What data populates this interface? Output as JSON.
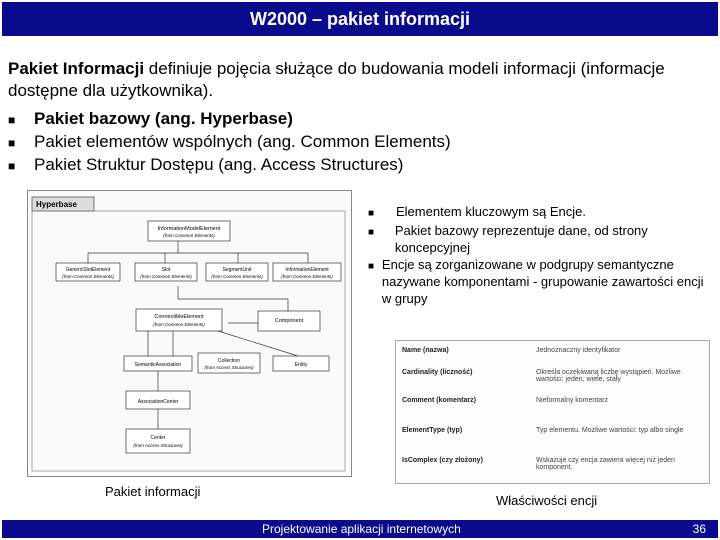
{
  "slide": {
    "title": "W2000 – pakiet informacji",
    "intro_bold": "Pakiet Informacji",
    "intro_rest": " definiuje pojęcia służące do budowania modeli informacji (informacje dostępne dla użytkownika).",
    "bullets": [
      "Pakiet bazowy (ang. Hyperbase)",
      "Pakiet elementów wspólnych (ang. Common Elements)",
      "Pakiet Struktur Dostępu (ang. Access Structures)"
    ],
    "right_bullets": [
      "Elementem kluczowym są Encje.",
      "Pakiet bazowy reprezentuje dane, od strony koncepcyjnej",
      "Encje są zorganizowane w podgrupy semantyczne nazywane komponentami - grupowanie zawartości encji w grupy"
    ],
    "diagram_caption": "Pakiet informacji",
    "properties_caption": "Właściwości encji",
    "footer_course": "Projektowanie aplikacji internetowych",
    "footer_page": "36"
  },
  "diagram": {
    "package_name": "Hyperbase",
    "classes": [
      {
        "name": "InformationModelElement",
        "sub": "(from Common Elements)"
      },
      {
        "name": "GenericSlotElement",
        "sub": "(from Common Elements)"
      },
      {
        "name": "Slot",
        "sub": "(from Common Elements)"
      },
      {
        "name": "SegmentUnit",
        "sub": "(from Common Elements)"
      },
      {
        "name": "InformationElement",
        "sub": "(from Common Elements)"
      },
      {
        "name": "ConnectibleElement",
        "sub": "(from Common Elements)"
      },
      {
        "name": "Component",
        "sub": ""
      },
      {
        "name": "SemanticAssociation",
        "sub": ""
      },
      {
        "name": "Collection",
        "sub": "(from Access Structures)"
      },
      {
        "name": "Entity",
        "sub": ""
      },
      {
        "name": "AssociationCenter",
        "sub": ""
      },
      {
        "name": "Center",
        "sub": "(from Access Structures)"
      }
    ]
  },
  "properties": [
    {
      "name": "Name (nazwa)",
      "value": "Jednoznaczny identyfikator"
    },
    {
      "name": "Cardinality (liczność)",
      "value": "Określa oczekiwaną liczbę wystąpień. Możliwe wartości: jeden, wiele, stały"
    },
    {
      "name": "Comment (komentarz)",
      "value": "Nieformalny komentarz"
    },
    {
      "name": "ElementType (typ)",
      "value": "Typ elementu. Możliwe wartości: typ albo single"
    },
    {
      "name": "IsComplex (czy złożony)",
      "value": "Wskazuje czy encja zawiera więcej niż jeden komponent."
    }
  ],
  "colors": {
    "title_bg": "#0a0a8c",
    "footer_bg": "#0a0a8c"
  }
}
